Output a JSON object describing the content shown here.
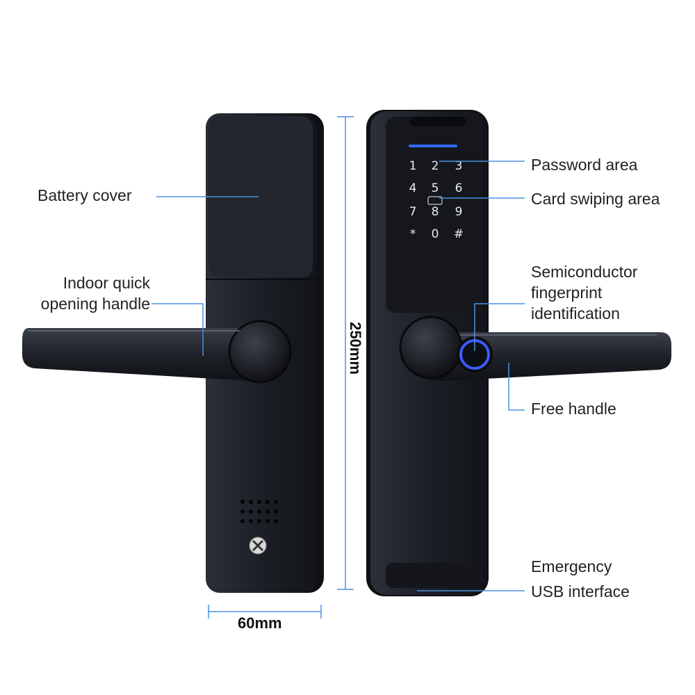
{
  "labels": {
    "battery_cover": "Battery cover",
    "indoor_handle_line1": "Indoor quick",
    "indoor_handle_line2": "opening handle",
    "password_area": "Password area",
    "card_swiping_area": "Card swiping area",
    "fingerprint_line1": "Semiconductor",
    "fingerprint_line2": "fingerprint",
    "fingerprint_line3": "identification",
    "free_handle": "Free handle",
    "usb_line1": "Emergency",
    "usb_line2": "USB interface"
  },
  "dimensions": {
    "height": "250mm",
    "width": "60mm"
  },
  "keypad": {
    "row1": [
      "1",
      "2",
      "3"
    ],
    "row2": [
      "4",
      "5",
      "6"
    ],
    "row3": [
      "7",
      "8",
      "9"
    ],
    "row4": [
      "*",
      "0",
      "#"
    ]
  },
  "colors": {
    "callout_line": "#4a90e2",
    "lock_body": "#1e2128",
    "fingerprint_ring": "#3b5bff"
  }
}
